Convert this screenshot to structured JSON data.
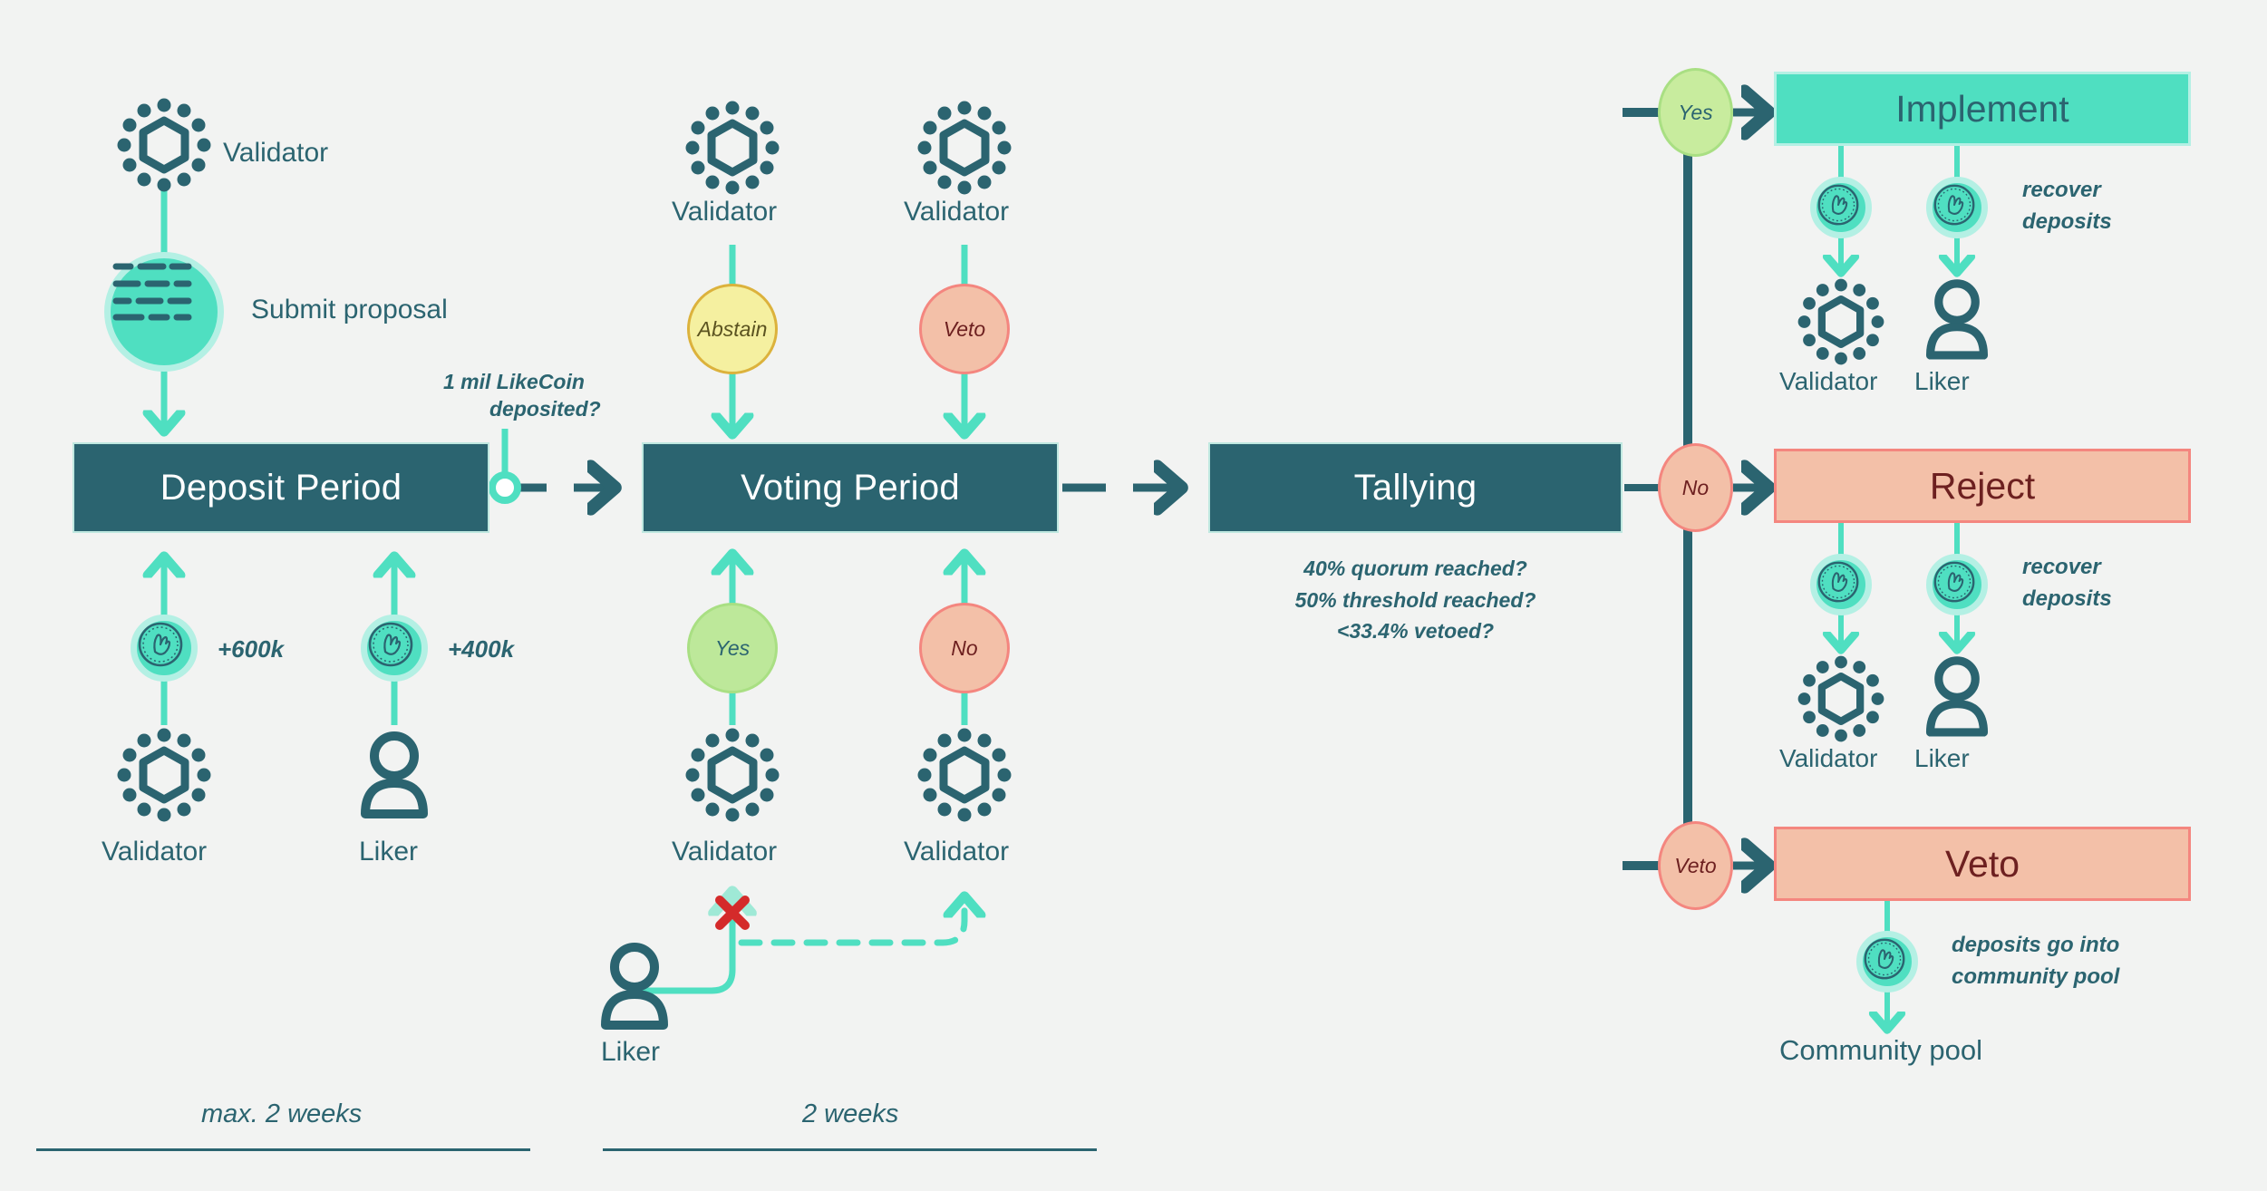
{
  "palette": {
    "background": "#f2f3f2",
    "dark_teal": "#2b6470",
    "mint": "#4fdfc1",
    "mint_light": "#b4f0e4",
    "salmon": "#f3c0a8",
    "salmon_border": "#f4867f",
    "green": "#bde89a",
    "yellow": "#f5f0a0",
    "red_x": "#d42a2a"
  },
  "phases": [
    {
      "id": "deposit",
      "label": "Deposit Period"
    },
    {
      "id": "voting",
      "label": "Voting Period"
    },
    {
      "id": "tallying",
      "label": "Tallying"
    }
  ],
  "deposit_stage": {
    "top_actor": {
      "icon": "validator-icon",
      "label": "Validator"
    },
    "action": {
      "icon": "document-lines-icon",
      "label": "Submit proposal"
    },
    "gate_note": "1 mil LikeCoin\ndeposited?",
    "gate_note_line1": "1 mil LikeCoin",
    "gate_note_line2": "deposited?",
    "contributors": [
      {
        "amount": "+600k",
        "icon": "likecoin-icon",
        "actor_icon": "validator-icon",
        "actor_label": "Validator"
      },
      {
        "amount": "+400k",
        "icon": "likecoin-icon",
        "actor_icon": "liker-icon",
        "actor_label": "Liker"
      }
    ]
  },
  "voting_stage": {
    "top_voters": [
      {
        "actor_icon": "validator-icon",
        "actor_label": "Validator",
        "vote": "Abstain",
        "vote_kind": "abstain"
      },
      {
        "actor_icon": "validator-icon",
        "actor_label": "Validator",
        "vote": "Veto",
        "vote_kind": "veto"
      }
    ],
    "bottom_voters": [
      {
        "vote": "Yes",
        "vote_kind": "yes",
        "actor_icon": "validator-icon",
        "actor_label": "Validator"
      },
      {
        "vote": "No",
        "vote_kind": "no",
        "actor_icon": "validator-icon",
        "actor_label": "Validator"
      }
    ],
    "delegator": {
      "actor_icon": "liker-icon",
      "actor_label": "Liker",
      "blocked_marker": "x-mark-icon"
    }
  },
  "tallying_stage": {
    "criteria": [
      "40% quorum reached?",
      "50% threshold reached?",
      "<33.4% vetoed?"
    ]
  },
  "branches": [
    {
      "id": "yes",
      "condition": "Yes",
      "outcome": "Implement",
      "note_line1": "recover",
      "note_line2": "deposits",
      "recipients": [
        {
          "coin_icon": "likecoin-icon",
          "actor_icon": "validator-icon",
          "actor_label": "Validator"
        },
        {
          "coin_icon": "likecoin-icon",
          "actor_icon": "liker-icon",
          "actor_label": "Liker"
        }
      ]
    },
    {
      "id": "no",
      "condition": "No",
      "outcome": "Reject",
      "note_line1": "recover",
      "note_line2": "deposits",
      "recipients": [
        {
          "coin_icon": "likecoin-icon",
          "actor_icon": "validator-icon",
          "actor_label": "Validator"
        },
        {
          "coin_icon": "likecoin-icon",
          "actor_icon": "liker-icon",
          "actor_label": "Liker"
        }
      ]
    },
    {
      "id": "veto",
      "condition": "Veto",
      "outcome": "Veto",
      "note_line1": "deposits go into",
      "note_line2": "community pool",
      "destination_label": "Community pool",
      "coin_icon": "likecoin-icon"
    }
  ],
  "timeline": [
    {
      "label": "max. 2 weeks"
    },
    {
      "label": "2 weeks"
    }
  ]
}
